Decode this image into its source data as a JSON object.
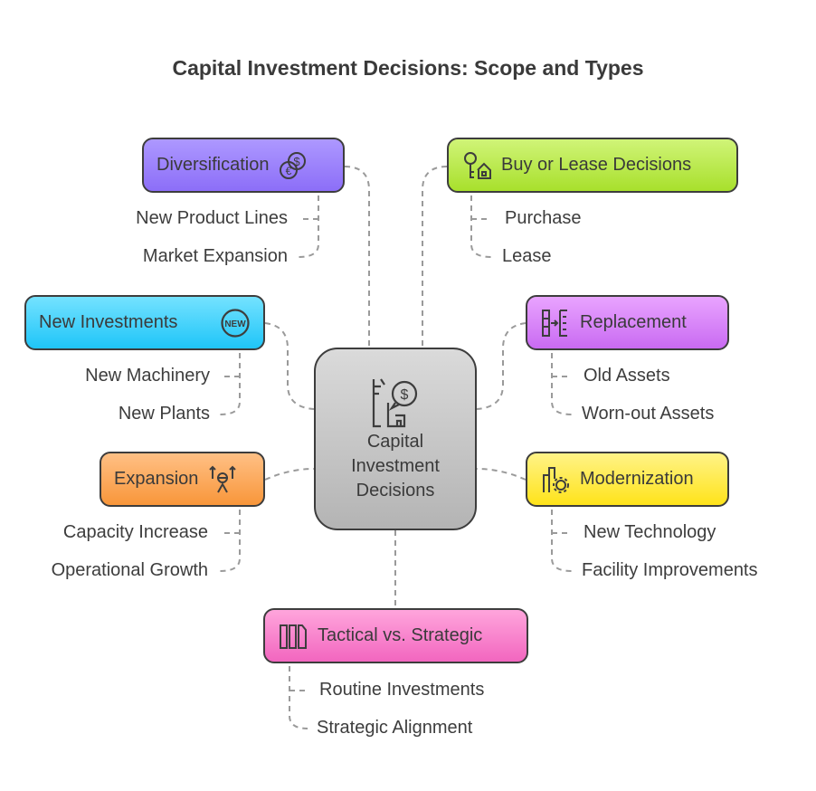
{
  "title": "Capital Investment Decisions: Scope and Types",
  "center": {
    "label_lines": [
      "Capital",
      "Investment",
      "Decisions"
    ],
    "icon": "building-dollar-icon"
  },
  "branches": {
    "diversification": {
      "label": "Diversification",
      "icon": "currency-exchange-icon",
      "color": "#9b7cff",
      "items": [
        "New Product Lines",
        "Market Expansion"
      ]
    },
    "buy_lease": {
      "label": "Buy or Lease Decisions",
      "icon": "key-house-icon",
      "color": "#b8e848",
      "items": [
        "Purchase",
        "Lease"
      ]
    },
    "new_investments": {
      "label": "New Investments",
      "icon": "new-badge-icon",
      "color": "#3ad0fc",
      "items": [
        "New Machinery",
        "New Plants"
      ]
    },
    "replacement": {
      "label": "Replacement",
      "icon": "swap-columns-icon",
      "color": "#d985f8",
      "items": [
        "Old Assets",
        "Worn-out Assets"
      ]
    },
    "expansion": {
      "label": "Expansion",
      "icon": "growth-person-icon",
      "color": "#fcaa58",
      "items": [
        "Capacity Increase",
        "Operational Growth"
      ]
    },
    "modernization": {
      "label": "Modernization",
      "icon": "factory-gear-icon",
      "color": "#ffeb45",
      "items": [
        "New Technology",
        "Facility Improvements"
      ]
    },
    "tactical": {
      "label": "Tactical vs. Strategic",
      "icon": "bars-icon",
      "color": "#f884cc",
      "items": [
        "Routine Investments",
        "Strategic Alignment"
      ]
    }
  }
}
